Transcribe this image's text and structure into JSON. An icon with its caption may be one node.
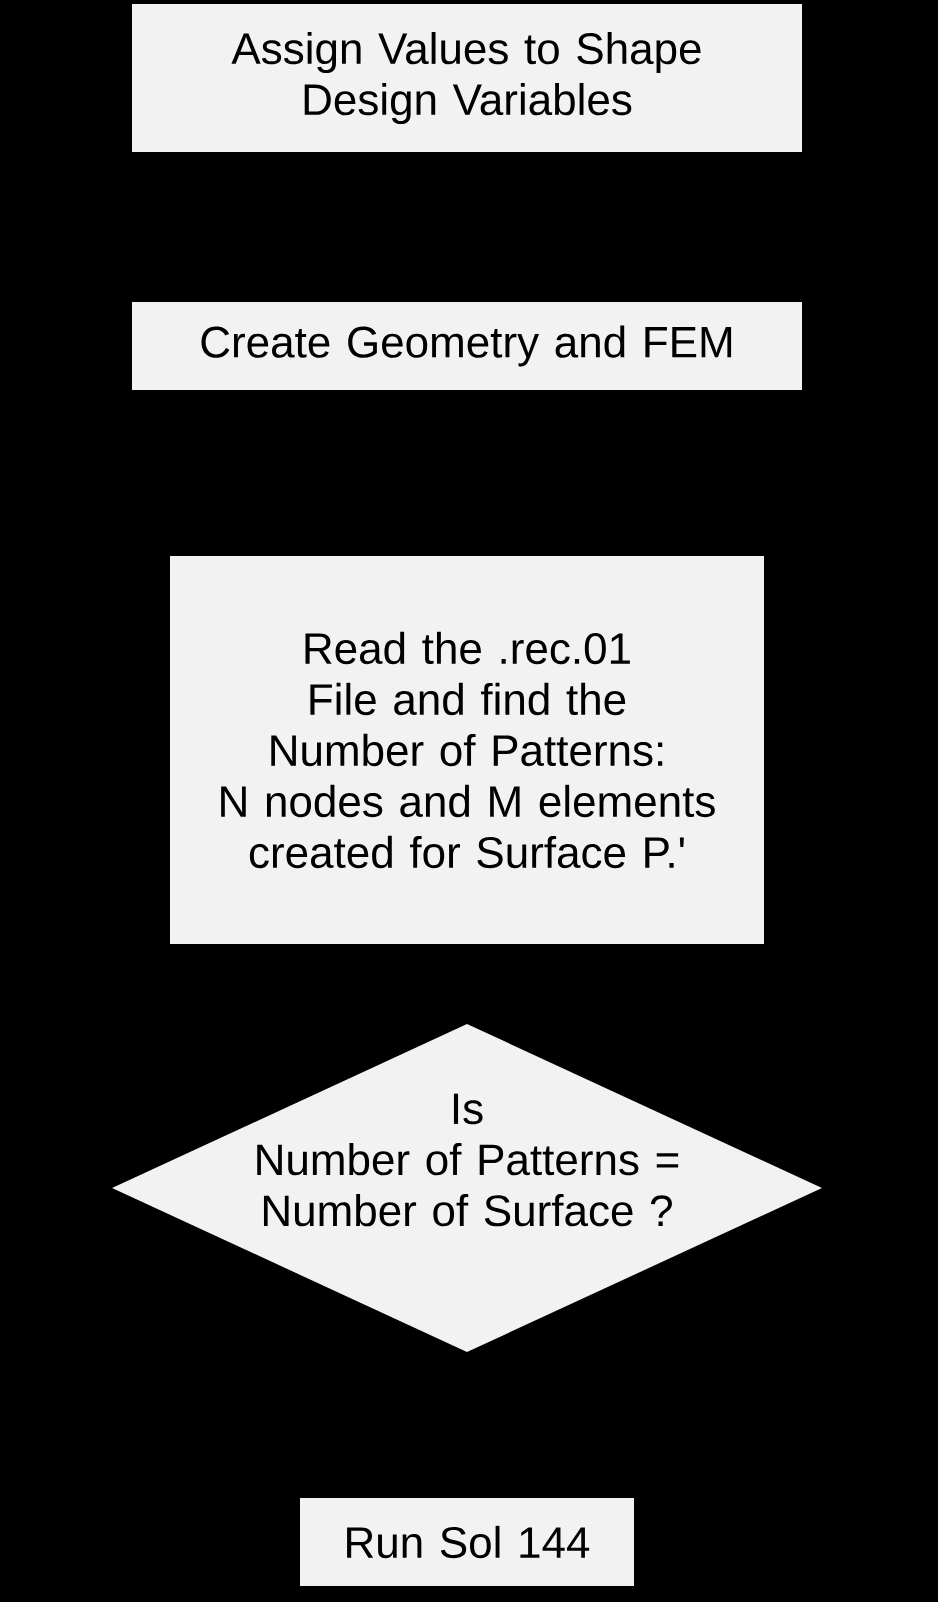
{
  "diagram": {
    "nodes": [
      {
        "text": [
          "Assign Values to Shape Design Variables"
        ]
      },
      {
        "text": [
          "Create Geometry and FEM"
        ]
      },
      {
        "text": [
          "Read the .rec.01 File and find the Number of Patterns:",
          "N nodes and M elements created for Surface P.'"
        ]
      },
      {
        "text": [
          "Is",
          "Number of Patterns = Number of Surface ?"
        ]
      },
      {
        "text": [
          "Run Sol 144"
        ]
      }
    ]
  }
}
